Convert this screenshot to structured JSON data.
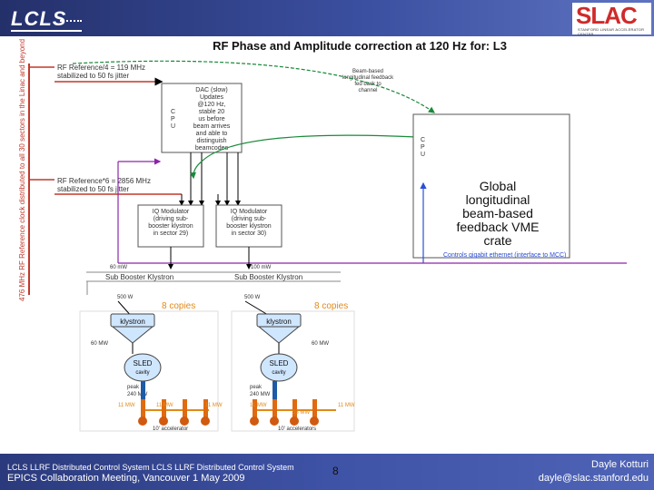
{
  "header": {
    "logo_left": "LCLS",
    "logo_right": "SLAC",
    "logo_right_sub": "STANFORD LINEAR ACCELERATOR CENTER"
  },
  "diagram": {
    "title": "RF Phase and Amplitude correction at 120 Hz for: L3",
    "side_note": "476 MHz RF Reference clock distributed to all 30 sectors in the Linac and beyond",
    "rf_ref_4_l1": "RF Reference/4 = 119 MHz",
    "rf_ref_4_l2": "stabilized to 50 fs jitter",
    "rf_ref_6_l1": "RF Reference*6 = 2856 MHz",
    "rf_ref_6_l2": "stabilized to 50 fs jitter",
    "beam_based_l1": "Beam-based",
    "beam_based_l2": "longitudinal feedback",
    "beam_based_l3": "fed back to",
    "beam_based_l4": "channel",
    "cpu_letters": [
      "C",
      "P",
      "U"
    ],
    "dac_lines": [
      "DAC (slow)",
      "Updates",
      "@120 Hz,",
      "stable 20",
      "us before",
      "beam arrives",
      "and able to",
      "distinguish",
      "beamcodes"
    ],
    "iq1_lines": [
      "IQ Modulator",
      "(driving sub-",
      "booster klystron",
      "in sector 29)"
    ],
    "iq2_lines": [
      "IQ Modulator",
      "(driving sub-",
      "booster klystron",
      "in sector 30)"
    ],
    "global_lines": [
      "Global",
      "longitudinal",
      "beam-based",
      "feedback VME",
      "crate"
    ],
    "controls_label": "Controls gigabit ethernet (interface to MCC)",
    "power_60mw": "60 mW",
    "power_100mw": "100 mW",
    "sbk_label": "Sub Booster Klystron",
    "power_500w": "500 W",
    "power_500w_b": "500 W",
    "copies": "8 copies",
    "klystron": "klystron",
    "mw60_a": "60 MW",
    "mw60_b": "60 MW",
    "sled_label": "SLED",
    "cavity_label": "cavity",
    "peak_l1": "peak",
    "peak_l2": "240 MW",
    "mw11": "11 MW",
    "mw11_b": "11 MW",
    "mw33": "33 MW",
    "accel": "10' accelerator",
    "accel_b": "10' accelerators"
  },
  "footer": {
    "line1": "LCLS LLRF Distributed Control System LCLS LLRF Distributed Control System",
    "line2": "EPICS Collaboration Meeting, Vancouver 1 May 2009",
    "page": "8",
    "author": "Dayle Kotturi",
    "email": "dayle@slac.stanford.edu"
  },
  "colors": {
    "rf_ref": "#c0392b",
    "beam_based": "#1a8a3a",
    "controls": "#8e24aa",
    "copies": "#e08a1a",
    "blue_link": "#2a4fd6"
  }
}
